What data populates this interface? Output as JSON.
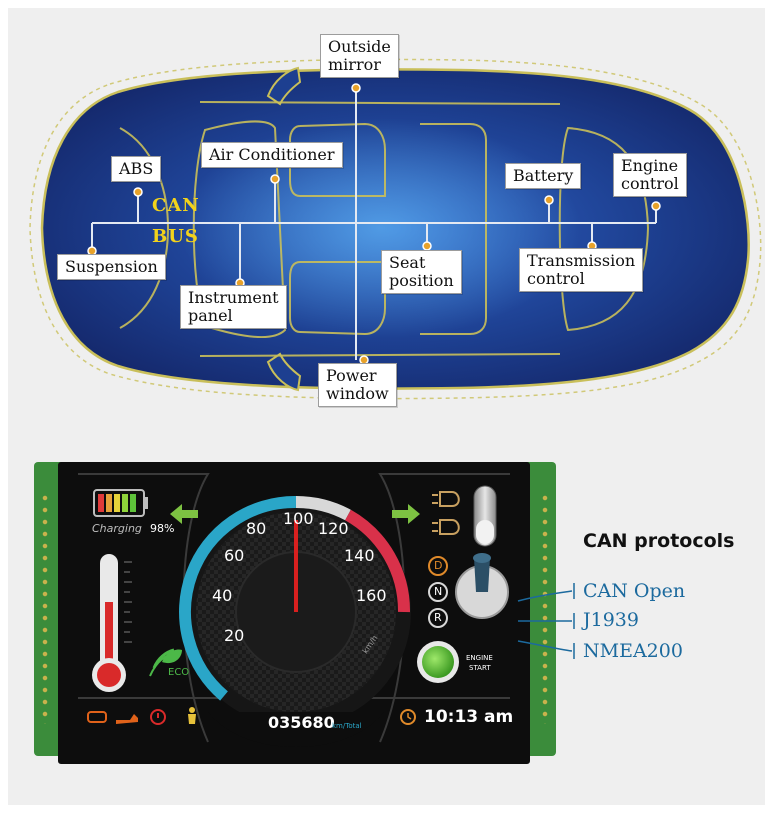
{
  "diagram": {
    "bus_label_line1": "CAN",
    "bus_label_line2": "BUS",
    "nodes": [
      {
        "id": "outside-mirror",
        "label": "Outside\nmirror"
      },
      {
        "id": "abs",
        "label": "ABS"
      },
      {
        "id": "air-conditioner",
        "label": "Air Conditioner"
      },
      {
        "id": "battery",
        "label": "Battery"
      },
      {
        "id": "engine-control",
        "label": "Engine\ncontrol"
      },
      {
        "id": "suspension",
        "label": "Suspension"
      },
      {
        "id": "instrument-panel",
        "label": "Instrument\npanel"
      },
      {
        "id": "seat-position",
        "label": "Seat\nposition"
      },
      {
        "id": "transmission-control",
        "label": "Transmission\ncontrol"
      },
      {
        "id": "power-window",
        "label": "Power\nwindow"
      }
    ]
  },
  "dashboard": {
    "battery_status_label": "Charging",
    "battery_percent": "98%",
    "battery_level": 0.98,
    "speed_ticks": [
      "20",
      "40",
      "60",
      "80",
      "100",
      "120",
      "140",
      "160"
    ],
    "gauge_unit": "km/h",
    "speed_value": 100,
    "eco_label": "ECO",
    "gear_positions": [
      "D",
      "N",
      "R"
    ],
    "engine_button_label_line1": "ENGINE",
    "engine_button_label_line2": "START",
    "odometer": "035680",
    "odometer_unit": "km/Total",
    "clock": "10:13 am"
  },
  "protocols": {
    "title": "CAN protocols",
    "items": [
      "CAN Open",
      "J1939",
      "NMEA200"
    ]
  },
  "colors": {
    "bus_line": "#e4e9f2",
    "car_body": "#1c3f8f",
    "car_outline": "#c9bf5a",
    "node_dot": "#e8a22a",
    "bus_text": "#f2d21b",
    "gauge_blue": "#2aa6c8",
    "gauge_red": "#d9314a",
    "protocol_text": "#1c6a9e",
    "pcb_green": "#3b8c3b"
  }
}
